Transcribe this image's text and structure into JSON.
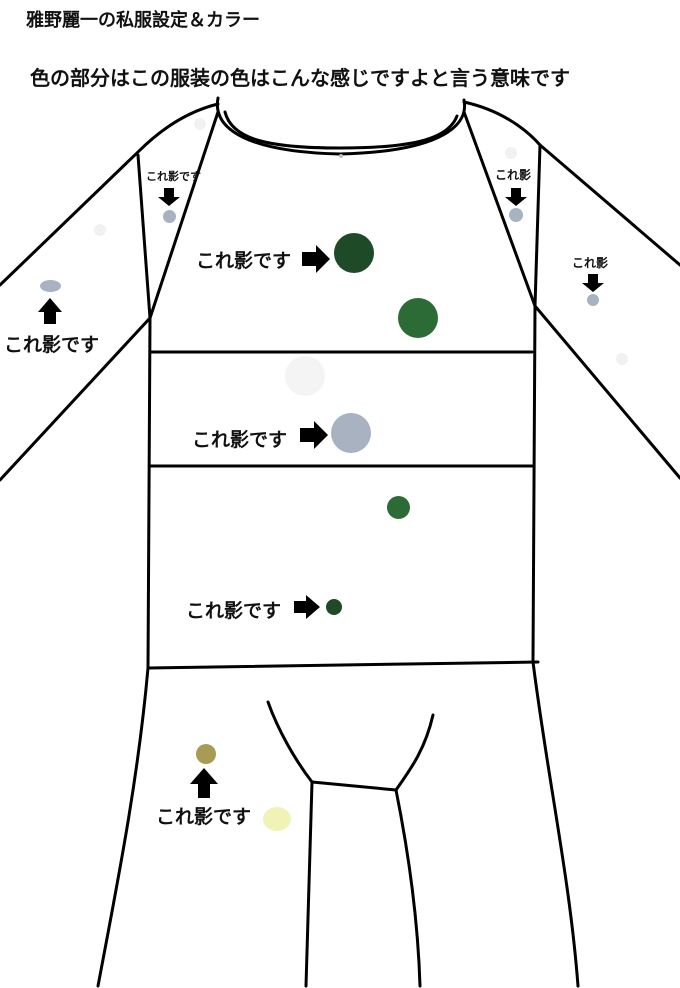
{
  "header": {
    "title": "雅野麗一の私服設定＆カラー",
    "subtitle": "色の部分はこの服装の色はこんな感じですよと言う意味です"
  },
  "labels": {
    "shadow_full": "これ影です",
    "shadow_short": "これ影"
  },
  "colors": {
    "dark_green": "#1f4a28",
    "mid_green": "#2d6b36",
    "grey_blue": "#a9b2c1",
    "off_white": "#f4f4f4",
    "olive": "#a79b55",
    "pale_yellow": "#f0f3b5"
  }
}
